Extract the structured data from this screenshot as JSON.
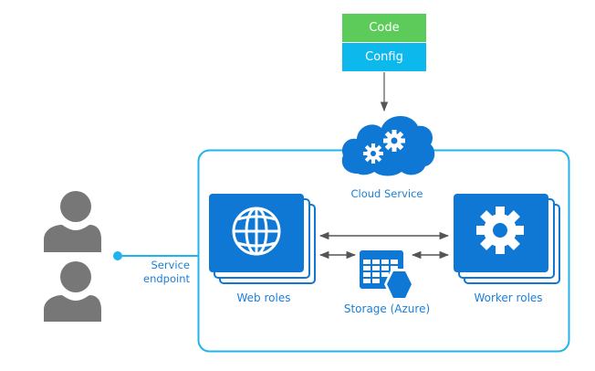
{
  "colors": {
    "code_box": "#5DCB5A",
    "config_box": "#0DB8EC",
    "container_border": "#1FB5EC",
    "role_blue": "#0F78D4",
    "label_blue": "#1B7FD8",
    "arrow_gray": "#555555",
    "person_gray": "#777777"
  },
  "deployment": {
    "code_label": "Code",
    "config_label": "Config"
  },
  "cloud_service": {
    "label": "Cloud Service",
    "icon": "cloud-gears-icon"
  },
  "endpoint": {
    "label_line1": "Service",
    "label_line2": "endpoint"
  },
  "users": [
    {
      "icon": "person-icon"
    },
    {
      "icon": "person-icon"
    }
  ],
  "web_roles": {
    "label": "Web roles",
    "icon": "globe-icon"
  },
  "worker_roles": {
    "label": "Worker roles",
    "icon": "gear-icon"
  },
  "storage": {
    "label": "Storage (Azure)",
    "icon": "storage-table-icon"
  }
}
